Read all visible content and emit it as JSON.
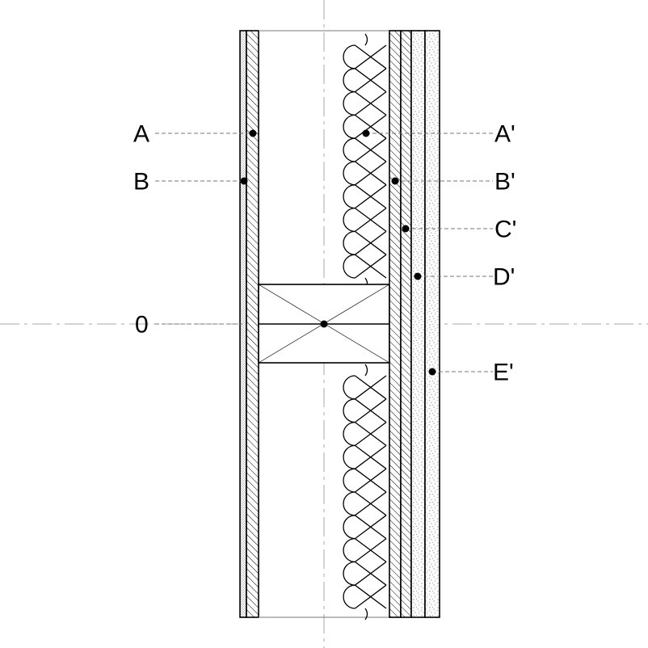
{
  "labels": {
    "left": [
      {
        "id": "A",
        "text": "A"
      },
      {
        "id": "B",
        "text": "B"
      },
      {
        "id": "origin",
        "text": "0"
      }
    ],
    "right": [
      {
        "id": "A-prime",
        "text": "A'"
      },
      {
        "id": "B-prime",
        "text": "B'"
      },
      {
        "id": "C-prime",
        "text": "C'"
      },
      {
        "id": "D-prime",
        "text": "D'"
      },
      {
        "id": "E-prime",
        "text": "E'"
      }
    ]
  },
  "colors": {
    "line": "#000000",
    "leader": "#777777",
    "axis": "#aaaaaa",
    "background": "#ffffff"
  }
}
